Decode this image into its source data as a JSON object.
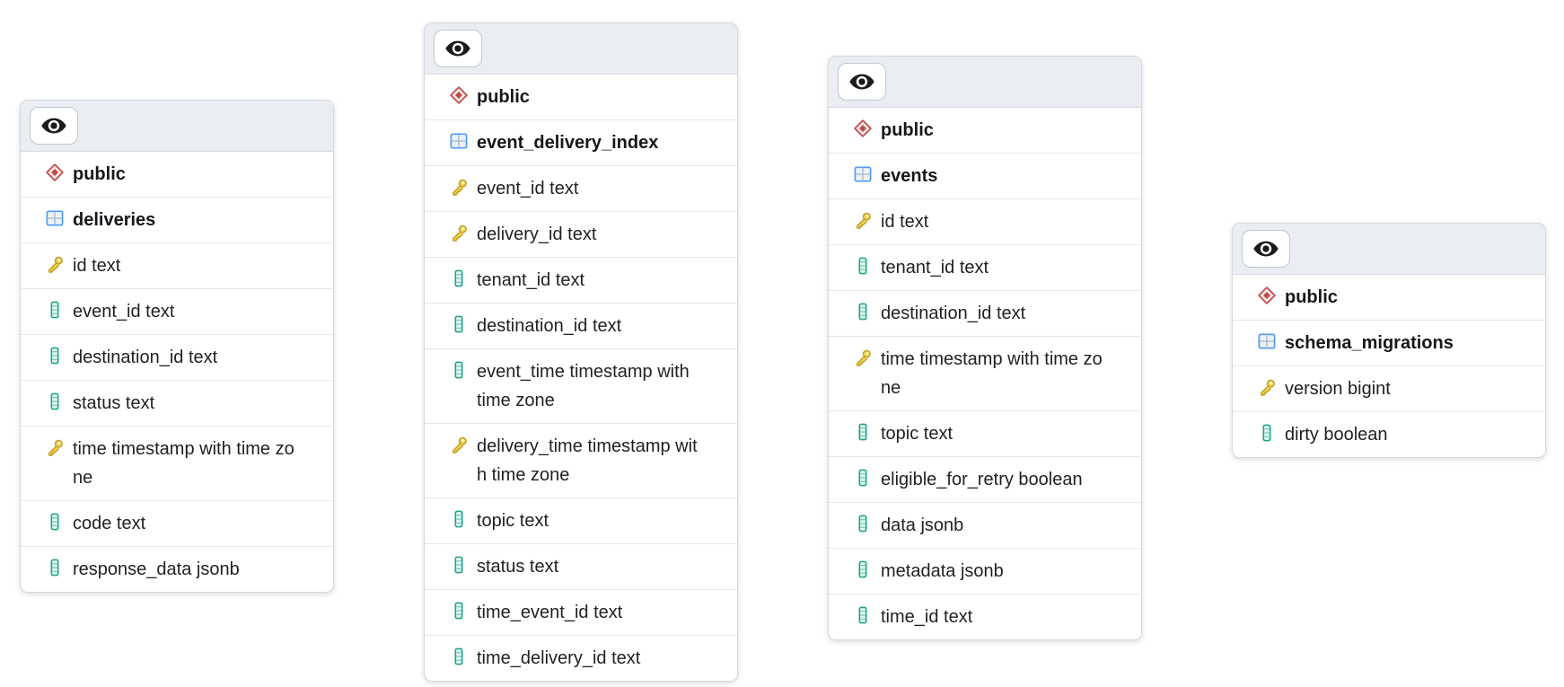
{
  "colors": {
    "canvas_background": "#ffffff",
    "card_border": "#d5d8dd",
    "card_header_background": "#eaedf2",
    "row_divider": "#e4e6e9",
    "text": "#1f2023",
    "eye_icon": "#1b1b1b",
    "schema_icon_red": "#bf4a47",
    "schema_icon_fill": "#f7e7e6",
    "table_icon_blue": "#4b9bf5",
    "table_icon_fill": "#eef1f5",
    "key_icon_gold": "#f2d84c",
    "key_icon_outline": "#c7a02c",
    "column_icon_teal": "#18a387",
    "column_icon_fill": "#e3f5ef"
  },
  "icons": {
    "card_header_toggle": "eye-icon",
    "schema_row": "diamond-icon",
    "table_name_row": "table-icon",
    "primary_key_column": "key-icon",
    "regular_column": "column-icon"
  },
  "tables": [
    {
      "schema": "public",
      "name": "deliveries",
      "columns": [
        {
          "label": "id text",
          "icon": "key"
        },
        {
          "label": "event_id text",
          "icon": "column"
        },
        {
          "label": "destination_id text",
          "icon": "column"
        },
        {
          "label": "status text",
          "icon": "column"
        },
        {
          "label": "time timestamp with time zone",
          "icon": "key"
        },
        {
          "label": "code text",
          "icon": "column"
        },
        {
          "label": "response_data jsonb",
          "icon": "column"
        }
      ]
    },
    {
      "schema": "public",
      "name": "event_delivery_index",
      "columns": [
        {
          "label": "event_id text",
          "icon": "key"
        },
        {
          "label": "delivery_id text",
          "icon": "key"
        },
        {
          "label": "tenant_id text",
          "icon": "column"
        },
        {
          "label": "destination_id text",
          "icon": "column"
        },
        {
          "label": "event_time timestamp with time zone",
          "icon": "column"
        },
        {
          "label": "delivery_time timestamp with time zone",
          "icon": "key"
        },
        {
          "label": "topic text",
          "icon": "column"
        },
        {
          "label": "status text",
          "icon": "column"
        },
        {
          "label": "time_event_id text",
          "icon": "column"
        },
        {
          "label": "time_delivery_id text",
          "icon": "column"
        }
      ]
    },
    {
      "schema": "public",
      "name": "events",
      "columns": [
        {
          "label": "id text",
          "icon": "key"
        },
        {
          "label": "tenant_id text",
          "icon": "column"
        },
        {
          "label": "destination_id text",
          "icon": "column"
        },
        {
          "label": "time timestamp with time zone",
          "icon": "key"
        },
        {
          "label": "topic text",
          "icon": "column"
        },
        {
          "label": "eligible_for_retry boolean",
          "icon": "column"
        },
        {
          "label": "data jsonb",
          "icon": "column"
        },
        {
          "label": "metadata jsonb",
          "icon": "column"
        },
        {
          "label": "time_id text",
          "icon": "column"
        }
      ]
    },
    {
      "schema": "public",
      "name": "schema_migrations",
      "columns": [
        {
          "label": "version bigint",
          "icon": "key"
        },
        {
          "label": "dirty boolean",
          "icon": "column"
        }
      ]
    }
  ]
}
